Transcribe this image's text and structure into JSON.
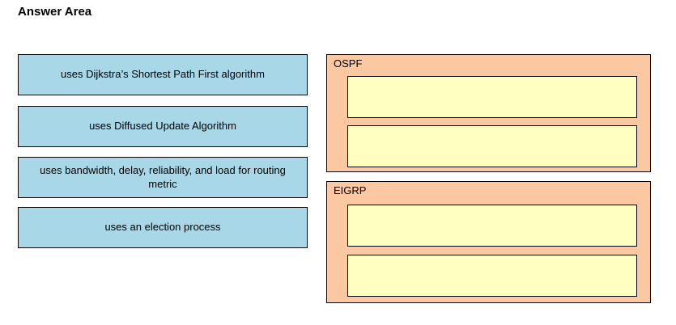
{
  "page": {
    "title": "Answer Area"
  },
  "colors": {
    "page_bg": "#ffffff",
    "item_bg": "#a8d8e8",
    "panel_bg": "#fbc8a2",
    "slot_bg": "#ffffc2",
    "border": "#000000",
    "text": "#000000"
  },
  "drag_items": [
    {
      "label": "uses Dijkstra’s Shortest Path First algorithm"
    },
    {
      "label": "uses Diffused Update Algorithm"
    },
    {
      "label": "uses bandwidth, delay, reliability, and load for routing metric"
    },
    {
      "label": "uses an election process"
    }
  ],
  "targets": [
    {
      "label": "OSPF",
      "slots": 2
    },
    {
      "label": "EIGRP",
      "slots": 2
    }
  ]
}
